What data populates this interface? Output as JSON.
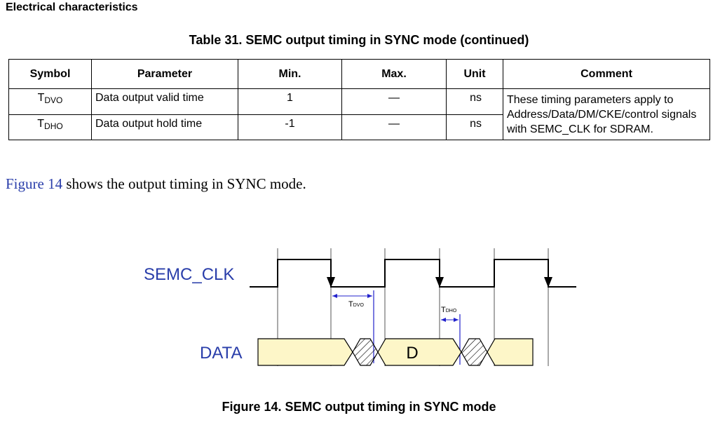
{
  "section_header": "Electrical characteristics",
  "table": {
    "title": "Table 31. SEMC output timing in SYNC mode (continued)",
    "headers": {
      "symbol": "Symbol",
      "parameter": "Parameter",
      "min": "Min.",
      "max": "Max.",
      "unit": "Unit",
      "comment": "Comment"
    },
    "rows": [
      {
        "symbol_main": "T",
        "symbol_sub": "DVO",
        "parameter": "Data output valid time",
        "min": "1",
        "max": "—",
        "unit": "ns"
      },
      {
        "symbol_main": "T",
        "symbol_sub": "DHO",
        "parameter": "Data output hold time",
        "min": "-1",
        "max": "—",
        "unit": "ns"
      }
    ],
    "comment": "These timing parameters apply to Address/Data/DM/CKE/control signals with SEMC_CLK for SDRAM."
  },
  "reference": {
    "link": "Figure 14",
    "text": " shows the output timing in SYNC mode."
  },
  "diagram": {
    "clk_label": "SEMC_CLK",
    "data_label": "DATA",
    "data_value": "D",
    "tdvo_main": "T",
    "tdvo_sub": "DVO",
    "tdho_main": "T",
    "tdho_sub": "DHO",
    "label_color": "#2a3eaa",
    "data_fill": "#fdf6c8",
    "marker_color": "#2222cc"
  },
  "figure_caption": "Figure 14. SEMC output timing in SYNC mode"
}
